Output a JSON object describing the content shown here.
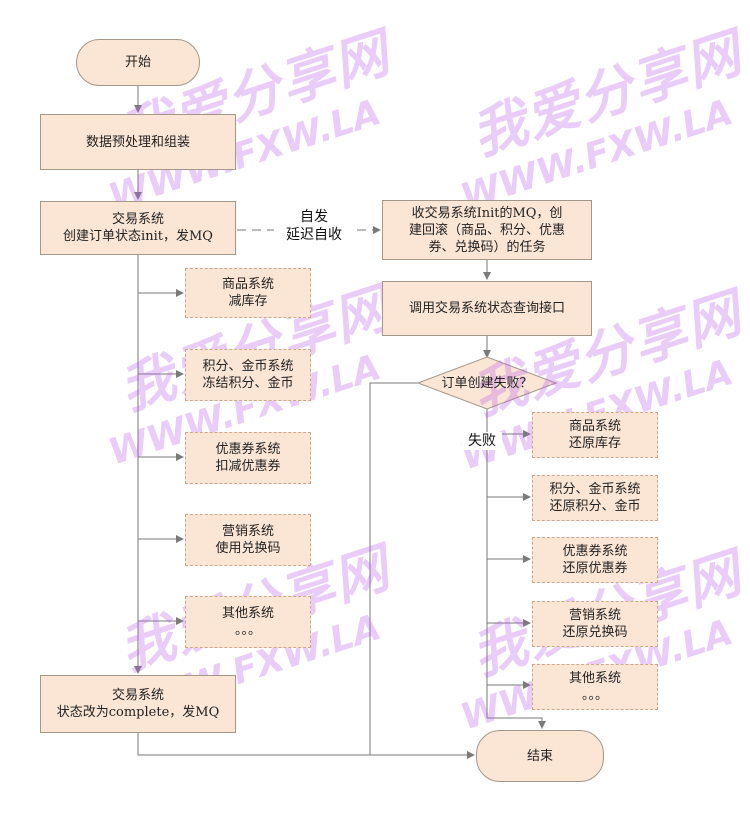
{
  "nodes": {
    "start": "开始",
    "preprocess": "数据预处理和组装",
    "create_order": "交易系统\n创建订单状态init，发MQ",
    "product_deduct": "商品系统\n减库存",
    "points_freeze": "积分、金币系统\n冻结积分、金币",
    "coupon_deduct": "优惠券系统\n扣减优惠券",
    "marketing_use": "营销系统\n使用兑换码",
    "other_left": "其他系统\n。。。",
    "complete": "交易系统\n状态改为complete，发MQ",
    "receive_mq": "收交易系统Init的MQ，创\n建回滚（商品、积分、优惠\n券、兑换码）的任务",
    "query_status": "调用交易系统状态查询接口",
    "decision": "订单创建失败？",
    "product_restore": "商品系统\n还原库存",
    "points_restore": "积分、金币系统\n还原积分、金币",
    "coupon_restore": "优惠券系统\n还原优惠券",
    "marketing_restore": "营销系统\n还原兑换码",
    "other_right": "其他系统\n。。。",
    "end": "结束"
  },
  "edge_labels": {
    "delay": "自发\n延迟自收",
    "fail": "失败"
  },
  "watermark": {
    "line1": "我爱分享网",
    "line2": "WWW.FXW.LA",
    "color": "#be5feb"
  },
  "colors": {
    "box_fill": "#fbe6d6",
    "box_border": "#a39789",
    "line": "#7a7a7a"
  }
}
